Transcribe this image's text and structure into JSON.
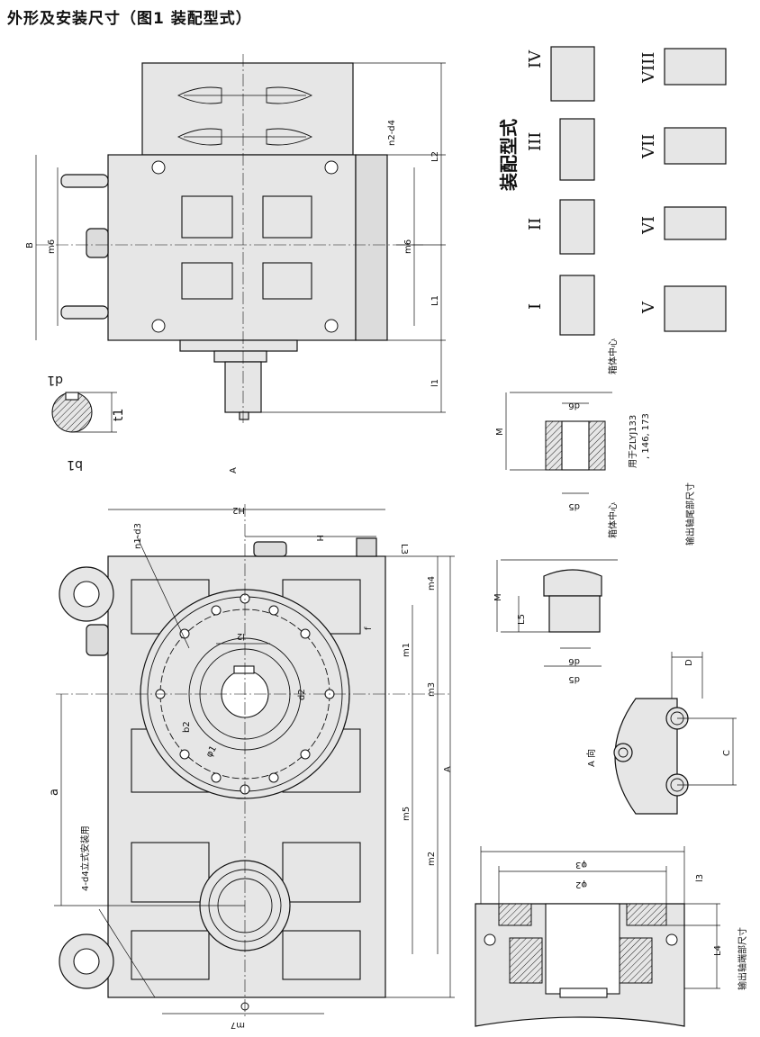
{
  "title": "外形及安装尺寸（图1 装配型式）",
  "dimensions": {
    "B": "B",
    "m6": "m6",
    "n2_d4": "n2-d4",
    "L2": "L2",
    "L1": "L1",
    "l1": "l1",
    "d1": "d1",
    "t1": "t1",
    "b1": "b1",
    "A_arrow": "A",
    "H2": "H2",
    "H": "H",
    "n1_d3": "n1-d3",
    "L3": "L3",
    "m4": "m4",
    "m1": "m1",
    "m3": "m3",
    "A": "A",
    "m5": "m5",
    "m2": "m2",
    "a": "a",
    "l2": "l2",
    "b2": "b2",
    "d2": "d2",
    "phi1": "φ1",
    "f": "f",
    "mounting_note": "4-d4立式安装用",
    "m7": "m7",
    "M": "M",
    "d5": "d5",
    "d6": "d6",
    "L5": "L5",
    "C": "C",
    "D": "D",
    "phi2": "φ2",
    "phi3": "φ3",
    "l3": "l3",
    "L4": "L4"
  },
  "assembly": {
    "heading": "装配型式",
    "types": [
      "I",
      "II",
      "III",
      "IV",
      "V",
      "VI",
      "VII",
      "VIII"
    ]
  },
  "notes": {
    "box_center_1": "箱体中心",
    "box_center_2": "箱体中心",
    "used_for_line1": "用于ZLYJ133",
    "used_for_line2": ", 146, 173",
    "output_shaft_end_1": "输出轴尾部尺寸",
    "output_shaft_end_2": "输出轴端部尺寸",
    "view_a": "A 向"
  }
}
